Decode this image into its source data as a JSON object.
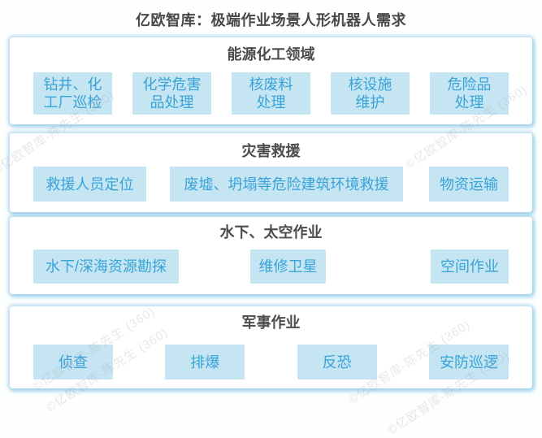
{
  "title": "亿欧智库：极端作业场景人形机器人需求",
  "watermark": {
    "text": "©亿欧智库-陈先生 (360)"
  },
  "colors": {
    "chip_bg": "#c6e5f3",
    "chip_text": "#38a3d7",
    "heading_text": "#4c4c4c",
    "card_glow": "#8cc8e8"
  },
  "sections": [
    {
      "heading": "能源化工领域",
      "items": [
        "钻井、化\n工厂巡检",
        "化学危害\n品处理",
        "核废料\n处理",
        "核设施\n维护",
        "危险品\n处理"
      ]
    },
    {
      "heading": "灾害救援",
      "items": [
        "救援人员定位",
        "废墟、坍塌等危险建筑环境救援",
        "物资运输"
      ]
    },
    {
      "heading": "水下、太空作业",
      "items": [
        "水下/深海资源勘探",
        "维修卫星",
        "空间作业"
      ]
    },
    {
      "heading": "军事作业",
      "items": [
        "侦查",
        "排爆",
        "反恐",
        "安防巡逻"
      ]
    }
  ]
}
